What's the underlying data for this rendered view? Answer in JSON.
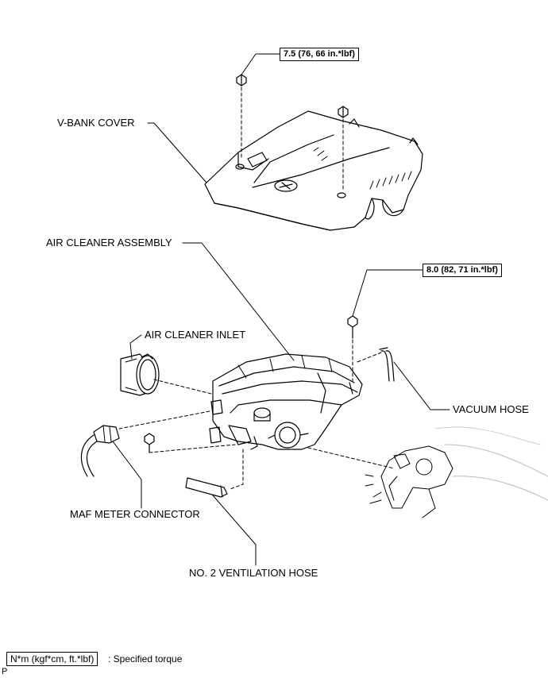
{
  "labels": {
    "v_bank_cover": "V-BANK COVER",
    "air_cleaner_assembly": "AIR CLEANER ASSEMBLY",
    "air_cleaner_inlet": "AIR CLEANER INLET",
    "vacuum_hose": "VACUUM HOSE",
    "maf_meter_connector": "MAF METER CONNECTOR",
    "no2_ventilation_hose": "NO. 2 VENTILATION HOSE"
  },
  "torques": {
    "cover_nut": "7.5 (76, 66 in.*lbf)",
    "cleaner_bolt": "8.0 (82, 71 in.*lbf)"
  },
  "legend": {
    "unit": "N*m (kgf*cm, ft.*lbf)",
    "text": ": Specified torque"
  },
  "corner_mark": "P"
}
